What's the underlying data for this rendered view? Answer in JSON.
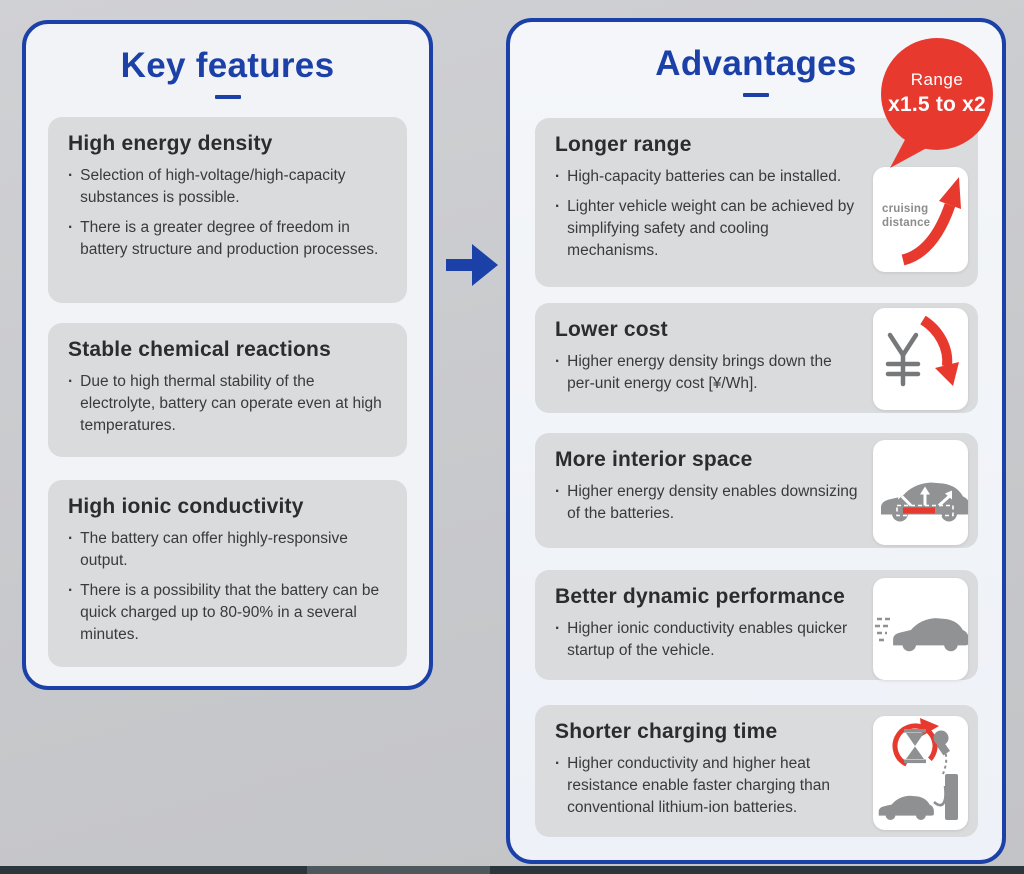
{
  "ui": {
    "bullet": "·"
  },
  "colors": {
    "accent_blue": "#1b41a8",
    "accent_red": "#e8392f",
    "panel_bg": "#f2f3f6",
    "card_bg": "#dadbdd",
    "icon_gray": "#8e9092"
  },
  "connector": {
    "icon": "right-arrow-icon"
  },
  "left_panel": {
    "title": "Key features",
    "cards": [
      {
        "heading": "High energy density",
        "bullets": [
          "Selection of high-voltage/high-capacity substances is possible.",
          "There is a greater degree of freedom in battery structure and production processes."
        ]
      },
      {
        "heading": "Stable chemical reactions",
        "bullets": [
          "Due to high thermal stability of the electrolyte, battery can operate even at high temperatures."
        ]
      },
      {
        "heading": "High ionic conductivity",
        "bullets": [
          "The battery can offer highly-responsive output.",
          "There is a possibility that the battery can be quick charged up to 80-90% in a several minutes."
        ]
      }
    ]
  },
  "right_panel": {
    "title": "Advantages",
    "badge": {
      "line1": "Range",
      "line2": "x1.5 to x2"
    },
    "cards": [
      {
        "heading": "Longer range",
        "icon": "cruising-distance-icon",
        "icon_caption": [
          "cruising",
          "distance"
        ],
        "bullets": [
          "High-capacity batteries can be installed.",
          "Lighter vehicle weight can be achieved by simplifying safety and cooling mechanisms."
        ]
      },
      {
        "heading": "Lower cost",
        "icon": "yen-cost-down-icon",
        "bullets": [
          "Higher energy density brings down the per-unit energy cost [¥/Wh]."
        ]
      },
      {
        "heading": "More interior space",
        "icon": "car-battery-downsize-icon",
        "bullets": [
          "Higher energy density enables downsizing of the batteries."
        ]
      },
      {
        "heading": "Better dynamic performance",
        "icon": "speeding-car-icon",
        "bullets": [
          "Higher ionic conductivity enables quicker startup of the vehicle."
        ]
      },
      {
        "heading": "Shorter charging time",
        "icon": "fast-charging-icon",
        "bullets": [
          "Higher conductivity and higher heat resistance enable faster charging than conventional lithium-ion batteries."
        ]
      }
    ]
  }
}
